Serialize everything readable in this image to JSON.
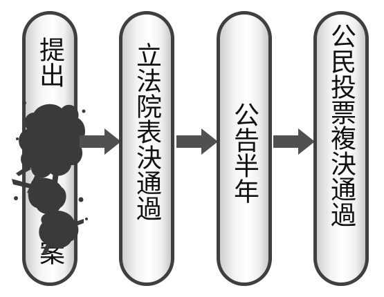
{
  "steps": [
    {
      "label_top": "提出",
      "label_bottom": "案"
    },
    {
      "label": "立法院表決通過"
    },
    {
      "label": "公告半年"
    },
    {
      "label": "公民投票複決通過"
    }
  ],
  "colors": {
    "border": "#3f3f3f",
    "arrow": "#505050",
    "text": "#111111",
    "blot": "#3a3a3a"
  }
}
